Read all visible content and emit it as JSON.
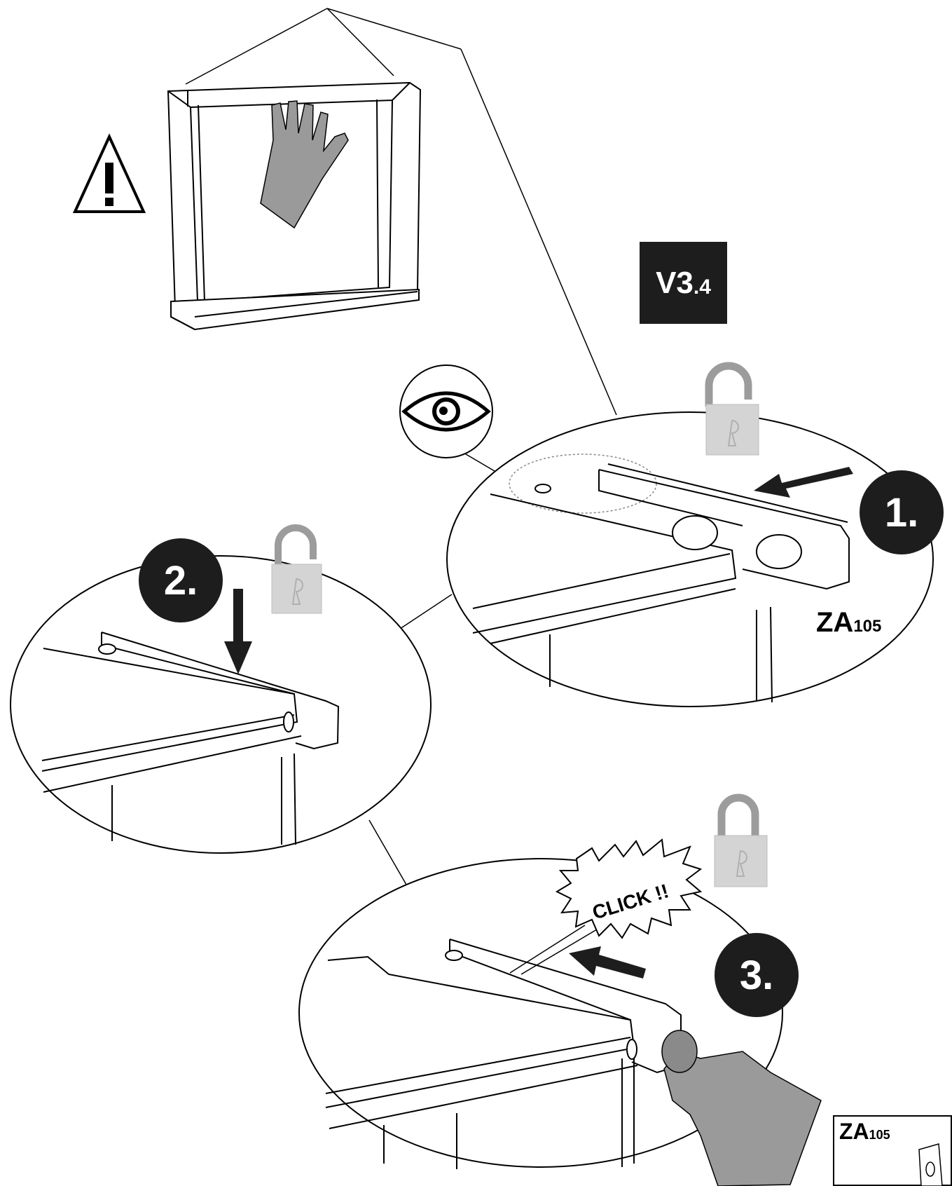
{
  "version_badge": {
    "main": "V3",
    "sub": ".4"
  },
  "steps": [
    {
      "number": "1."
    },
    {
      "number": "2."
    },
    {
      "number": "3."
    }
  ],
  "part_label": {
    "main": "ZA",
    "sub": "105"
  },
  "click_text": "CLICK !!",
  "corner_box": {
    "main": "ZA",
    "sub": "105"
  },
  "icons": {
    "warning": "warning-triangle-icon",
    "eye": "eye-icon",
    "lock_open": "padlock-open-icon",
    "lock_closed": "padlock-closed-icon",
    "arrow": "arrow-icon",
    "hand": "hand-icon"
  },
  "colors": {
    "ink": "#1d1d1d",
    "lock_fill": "#d4d4d4",
    "lock_shackle": "#9c9c9c",
    "hand": "#9a9a9a"
  }
}
